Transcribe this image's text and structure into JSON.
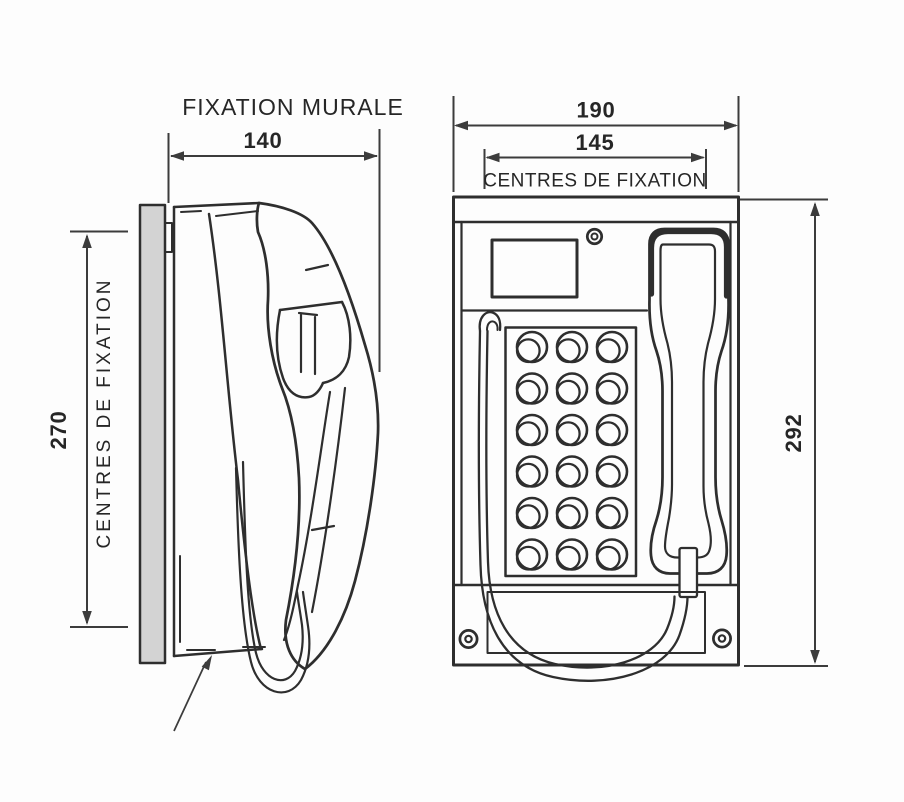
{
  "title": "FIXATION MURALE",
  "side_view": {
    "width_dim": "140",
    "height_dim": "270",
    "height_dim_label": "CENTRES DE FIXATION"
  },
  "front_view": {
    "overall_width_dim": "190",
    "fixing_width_dim": "145",
    "fixing_width_label": "CENTRES DE FIXATION",
    "height_dim": "292",
    "keypad": {
      "rows": 6,
      "cols": 3
    }
  },
  "colors": {
    "line": "#2e2e2e",
    "dimension": "#3c3c3c",
    "wall_plate_fill": "#d3d3d3",
    "background": "#fdfdfd"
  }
}
